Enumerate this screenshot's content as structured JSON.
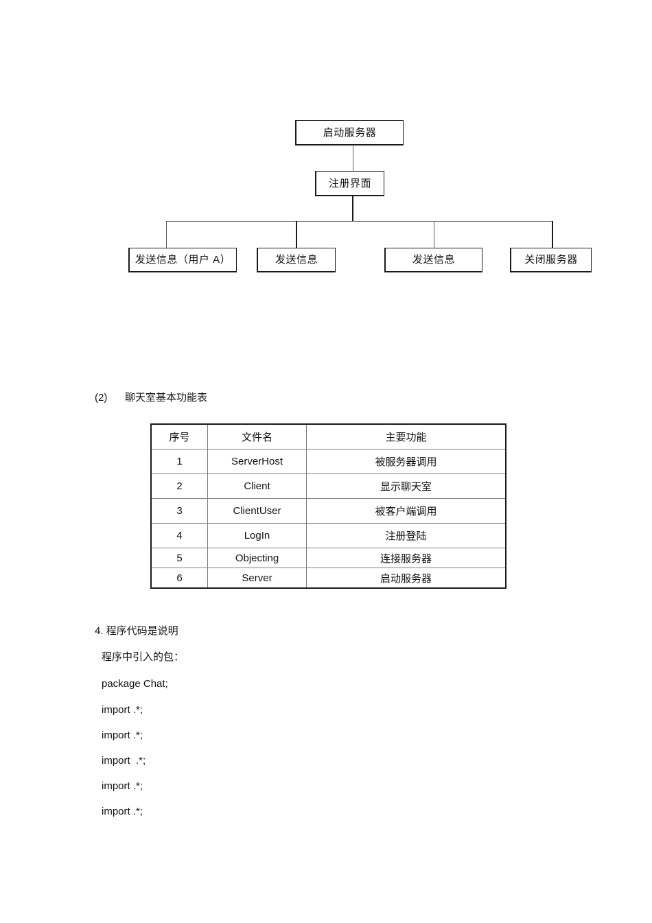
{
  "document": {
    "diagram": {
      "title": "chat-room-flow-diagram",
      "nodes": {
        "start_server": "启动服务器",
        "register_ui": "注册界面",
        "send_info_user_a": "发送信息（用户 A）",
        "send_info_2": "发送信息",
        "send_info_3": "发送信息",
        "close_server": "关闭服务器"
      }
    },
    "section_caption": {
      "number": "(2)",
      "text": "聊天室基本功能表"
    },
    "table": {
      "headers": [
        "序号",
        "文件名",
        "主要功能"
      ],
      "rows": [
        [
          "1",
          "ServerHost",
          "被服务器调用"
        ],
        [
          "2",
          "Client",
          "显示聊天室"
        ],
        [
          "3",
          "ClientUser",
          "被客户端调用"
        ],
        [
          "4",
          "LogIn",
          "注册登陆"
        ],
        [
          "5",
          "Objecting",
          "连接服务器"
        ],
        [
          "6",
          "Server",
          "启动服务器"
        ]
      ]
    },
    "body": {
      "heading": "4. 程序代码是说明",
      "subheading": "程序中引入的包：",
      "code_lines": [
        "package Chat;",
        "import .*;",
        "import .*;",
        "import  .*;",
        "import .*;",
        "import .*;"
      ]
    }
  }
}
